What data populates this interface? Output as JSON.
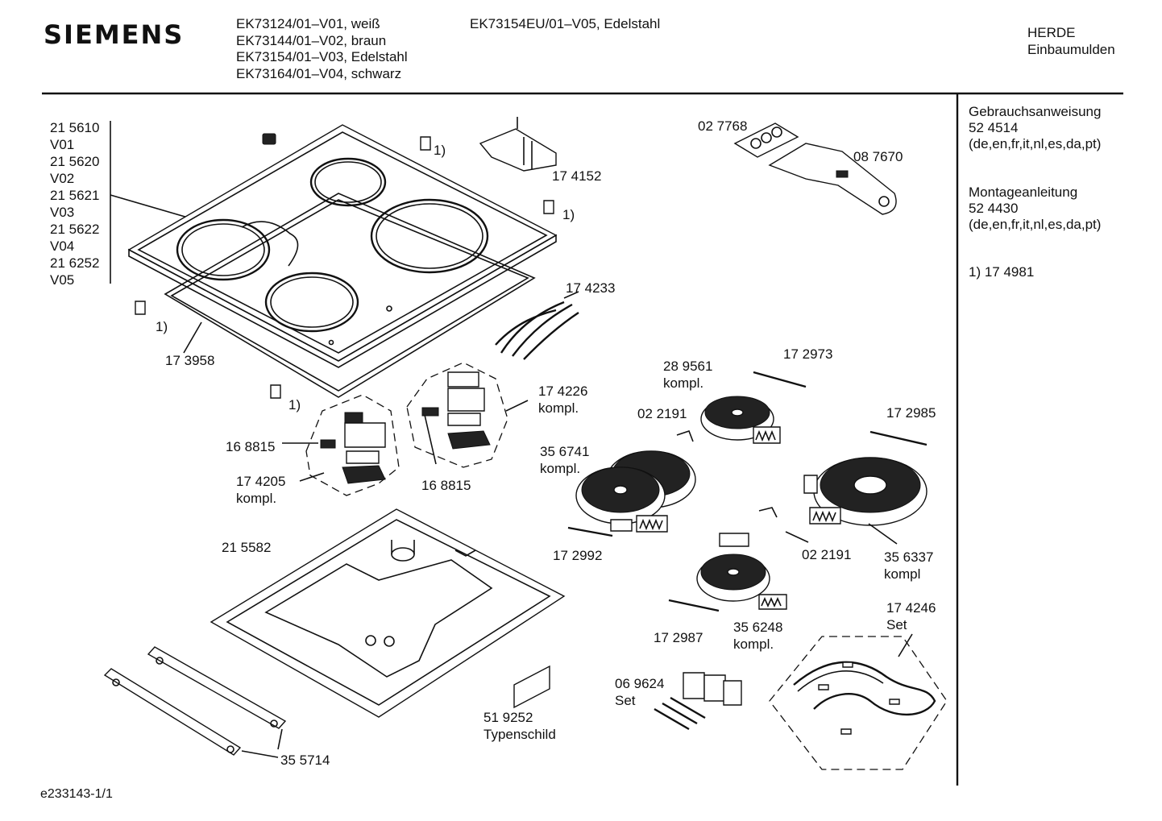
{
  "header": {
    "brand": "SIEMENS",
    "models_col1": [
      "EK73124/01–V01, weiß",
      "EK73144/01–V02, braun",
      "EK73154/01–V03, Edelstahl",
      "EK73164/01–V04, schwarz"
    ],
    "models_col2": [
      "EK73154EU/01–V05, Edelstahl"
    ],
    "category_lines": [
      "HERDE",
      "Einbaumulden"
    ]
  },
  "sidebar": {
    "manual_title": "Gebrauchsanweisung",
    "manual_number": "52 4514",
    "manual_langs": "(de,en,fr,it,nl,es,da,pt)",
    "install_title": "Montageanleitung",
    "install_number": "52 4430",
    "install_langs": "(de,en,fr,it,nl,es,da,pt)",
    "footnote": "1) 17 4981"
  },
  "variant_list": [
    "21 5610",
    "V01",
    "21 5620",
    "V02",
    "21 5621",
    "V03",
    "21 5622",
    "V04",
    "21 6252",
    "V05"
  ],
  "parts": {
    "p174152": "17 4152",
    "p027768": "02 7768",
    "p087670": "08 7670",
    "p174233": "17 4233",
    "p173958": "17 3958",
    "p174226": "17 4226",
    "p174226_sub": "kompl.",
    "p168815a": "16 8815",
    "p174205": "17 4205",
    "p174205_sub": "kompl.",
    "p168815b": "16 8815",
    "p289561": "28 9561",
    "p289561_sub": "kompl.",
    "p172973": "17 2973",
    "p022191a": "02 2191",
    "p172985": "17 2985",
    "p356741": "35 6741",
    "p356741_sub": "kompl.",
    "p172992": "17 2992",
    "p022191b": "02 2191",
    "p356337": "35 6337",
    "p356337_sub": "kompl",
    "p215582": "21 5582",
    "p174246": "17 4246",
    "p174246_sub": "Set",
    "p172987": "17 2987",
    "p356248": "35 6248",
    "p356248_sub": "kompl.",
    "p069624": "06 9624",
    "p069624_sub": "Set",
    "p519252": "51 9252",
    "p519252_sub": "Typenschild",
    "p355714": "35 5714",
    "fn1": "1)",
    "fn2": "1)",
    "fn3": "1)",
    "fn4": "1)"
  },
  "footer": {
    "doc_id": "e233143-1/1"
  }
}
